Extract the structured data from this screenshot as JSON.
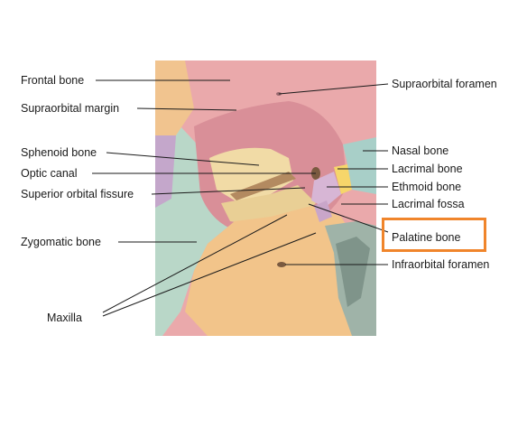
{
  "diagram": {
    "left_labels": {
      "frontal_bone": "Frontal bone",
      "supraorbital_margin": "Supraorbital margin",
      "sphenoid_bone": "Sphenoid bone",
      "optic_canal": "Optic canal",
      "superior_orbital_fissure": "Superior orbital fissure",
      "zygomatic_bone": "Zygomatic bone",
      "maxilla": "Maxilla"
    },
    "right_labels": {
      "supraorbital_foramen": "Supraorbital foramen",
      "nasal_bone": "Nasal bone",
      "lacrimal_bone": "Lacrimal bone",
      "ethmoid_bone": "Ethmoid bone",
      "lacrimal_fossa": "Lacrimal fossa",
      "palatine_bone": "Palatine bone",
      "infraorbital_foramen": "Infraorbital foramen"
    },
    "highlighted": "palatine_bone",
    "colors": {
      "frontal": "#e8a7a9",
      "frontal_inner": "#d98f98",
      "sphenoid": "#f1dba6",
      "zygomatic": "#b9d6c7",
      "maxilla": "#f2c48a",
      "ethmoid": "#d7b6d5",
      "lacrimal": "#f6d66a",
      "nasal": "#a8cfc8",
      "palatine": "#c9a6c9",
      "shadow": "#9fb3a8",
      "highlight_box": "#f0852b"
    }
  }
}
